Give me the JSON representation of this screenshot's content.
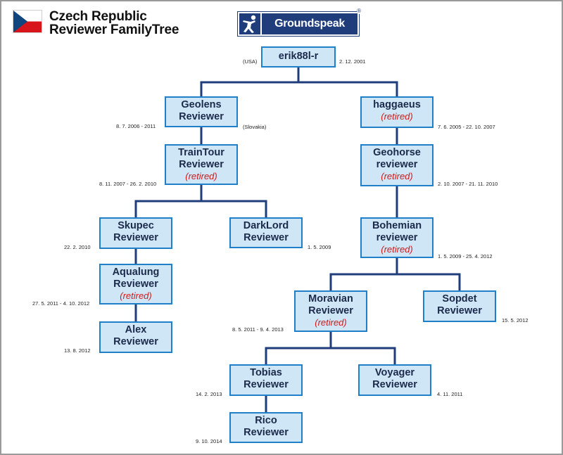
{
  "header": {
    "title_line1": "Czech Republic",
    "title_line2": "Reviewer FamilyTree",
    "logo_text": "Groundspeak",
    "logo_reg": "®"
  },
  "colors": {
    "node_fill": "#cfe6f7",
    "node_border": "#1f7fc8",
    "connector": "#1e3d7a",
    "retired_text": "#d11a1a",
    "flag_white": "#ffffff",
    "flag_red": "#d7141a",
    "flag_blue": "#11457e"
  },
  "icons": {
    "logo": "groundspeak-figure-icon",
    "flag": "czech-flag-icon"
  },
  "nodes": [
    {
      "id": "erik",
      "line1": "erik88l-r",
      "line2": "",
      "retired": "",
      "date": "2. 12. 2001",
      "note": "(USA)"
    },
    {
      "id": "geolens",
      "line1": "Geolens",
      "line2": "Reviewer",
      "retired": "",
      "date": "8. 7. 2006 - 2011",
      "note": "(Slovakia)"
    },
    {
      "id": "haggaeus",
      "line1": "haggaeus",
      "line2": "",
      "retired": "(retired)",
      "date": "7. 6. 2005 - 22. 10. 2007",
      "note": ""
    },
    {
      "id": "traintour",
      "line1": "TrainTour",
      "line2": "Reviewer",
      "retired": "(retired)",
      "date": "8. 11. 2007 - 26. 2. 2010",
      "note": ""
    },
    {
      "id": "geohorse",
      "line1": "Geohorse",
      "line2": "reviewer",
      "retired": "(retired)",
      "date": "2. 10. 2007 - 21. 11. 2010",
      "note": ""
    },
    {
      "id": "skupec",
      "line1": "Skupec",
      "line2": "Reviewer",
      "retired": "",
      "date": "22. 2. 2010",
      "note": ""
    },
    {
      "id": "darklord",
      "line1": "DarkLord",
      "line2": "Reviewer",
      "retired": "",
      "date": "1. 5. 2009",
      "note": ""
    },
    {
      "id": "bohemian",
      "line1": "Bohemian",
      "line2": "reviewer",
      "retired": "(retired)",
      "date": "1. 5. 2009 - 25. 4. 2012",
      "note": ""
    },
    {
      "id": "aqualung",
      "line1": "Aqualung",
      "line2": "Reviewer",
      "retired": "(retired)",
      "date": "27. 5. 2011 - 4. 10. 2012",
      "note": ""
    },
    {
      "id": "moravian",
      "line1": "Moravian",
      "line2": "Reviewer",
      "retired": "(retired)",
      "date": "8. 5. 2011 - 9. 4. 2013",
      "note": ""
    },
    {
      "id": "sopdet",
      "line1": "Sopdet",
      "line2": "Reviewer",
      "retired": "",
      "date": "15. 5. 2012",
      "note": ""
    },
    {
      "id": "alex",
      "line1": "Alex",
      "line2": "Reviewer",
      "retired": "",
      "date": "13. 8. 2012",
      "note": ""
    },
    {
      "id": "tobias",
      "line1": "Tobias",
      "line2": "Reviewer",
      "retired": "",
      "date": "14. 2. 2013",
      "note": ""
    },
    {
      "id": "voyager",
      "line1": "Voyager",
      "line2": "Reviewer",
      "retired": "",
      "date": "4. 11. 2011",
      "note": ""
    },
    {
      "id": "rico",
      "line1": "Rico",
      "line2": "Reviewer",
      "retired": "",
      "date": "9. 10. 2014",
      "note": ""
    }
  ],
  "edges": [
    [
      "erik",
      "geolens"
    ],
    [
      "erik",
      "haggaeus"
    ],
    [
      "geolens",
      "traintour"
    ],
    [
      "haggaeus",
      "geohorse"
    ],
    [
      "traintour",
      "skupec"
    ],
    [
      "traintour",
      "darklord"
    ],
    [
      "geohorse",
      "bohemian"
    ],
    [
      "skupec",
      "aqualung"
    ],
    [
      "aqualung",
      "alex"
    ],
    [
      "bohemian",
      "moravian"
    ],
    [
      "bohemian",
      "sopdet"
    ],
    [
      "moravian",
      "tobias"
    ],
    [
      "moravian",
      "voyager"
    ],
    [
      "tobias",
      "rico"
    ]
  ]
}
